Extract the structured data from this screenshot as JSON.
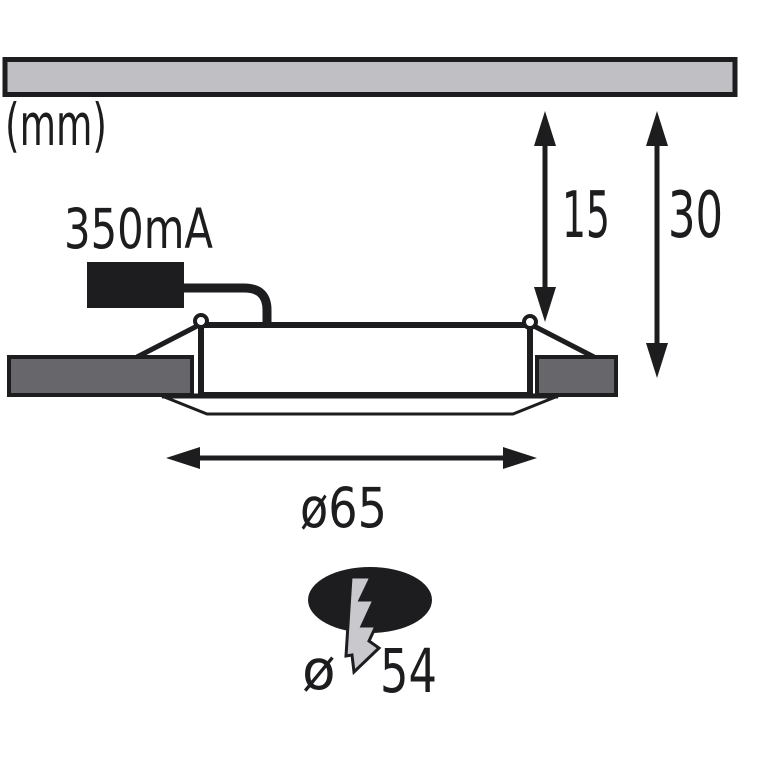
{
  "diagram": {
    "unit_label": "(mm)",
    "driver": {
      "current_label": "350mA"
    },
    "dimensions": {
      "depth_inner": "15",
      "depth_total": "30",
      "bezel_diameter": "ø65",
      "cutout_prefix": "ø",
      "cutout_diameter": "54"
    },
    "colors": {
      "ink": "#1d1d1f",
      "ceiling_panel": "#c0c0c4",
      "ceiling_cut": "#67676b",
      "bolt": "#c9c9cd",
      "background": "#ffffff"
    }
  }
}
